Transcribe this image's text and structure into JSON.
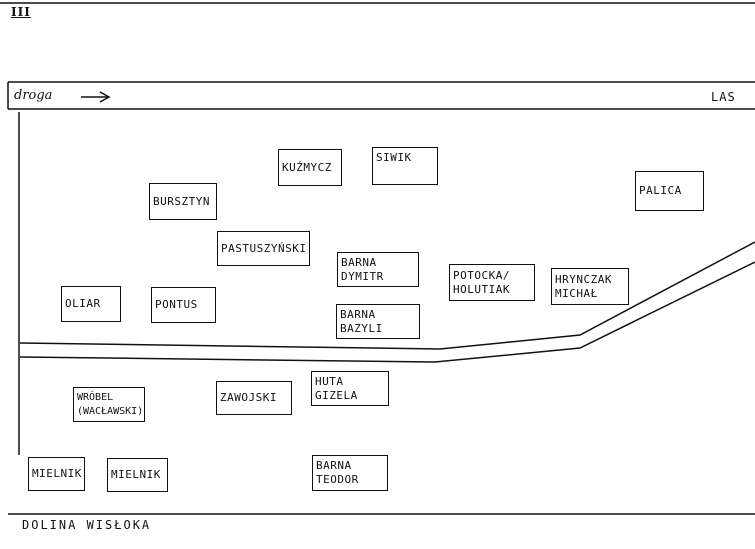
{
  "page_number": "III",
  "top_label": "droga",
  "corner_label": "LAS",
  "bottom_label": "DOLINA WISŁOKA",
  "houses": [
    {
      "lines": [
        "KUŹMYCZ"
      ]
    },
    {
      "lines": [
        "SIWIK"
      ]
    },
    {
      "lines": [
        "PALICA"
      ]
    },
    {
      "lines": [
        "BURSZTYN"
      ]
    },
    {
      "lines": [
        "PASTUSZYŃSKI"
      ]
    },
    {
      "lines": [
        "BARNA",
        "DYMITR"
      ]
    },
    {
      "lines": [
        "POTOCKA/",
        "HOLUTIAK"
      ]
    },
    {
      "lines": [
        "HRYNCZAK",
        "MICHAŁ"
      ]
    },
    {
      "lines": [
        "OLIAR"
      ]
    },
    {
      "lines": [
        "PONTUS"
      ]
    },
    {
      "lines": [
        "BARNA",
        "BAZYLI"
      ]
    },
    {
      "lines": [
        "WRÓBEL",
        "(WACŁAWSKI)"
      ]
    },
    {
      "lines": [
        "ZAWOJSKI"
      ]
    },
    {
      "lines": [
        "HUTA",
        "GIZELA"
      ]
    },
    {
      "lines": [
        "MIELNIK"
      ]
    },
    {
      "lines": [
        "MIELNIK"
      ]
    },
    {
      "lines": [
        "BARNA",
        "TEODOR"
      ]
    }
  ]
}
